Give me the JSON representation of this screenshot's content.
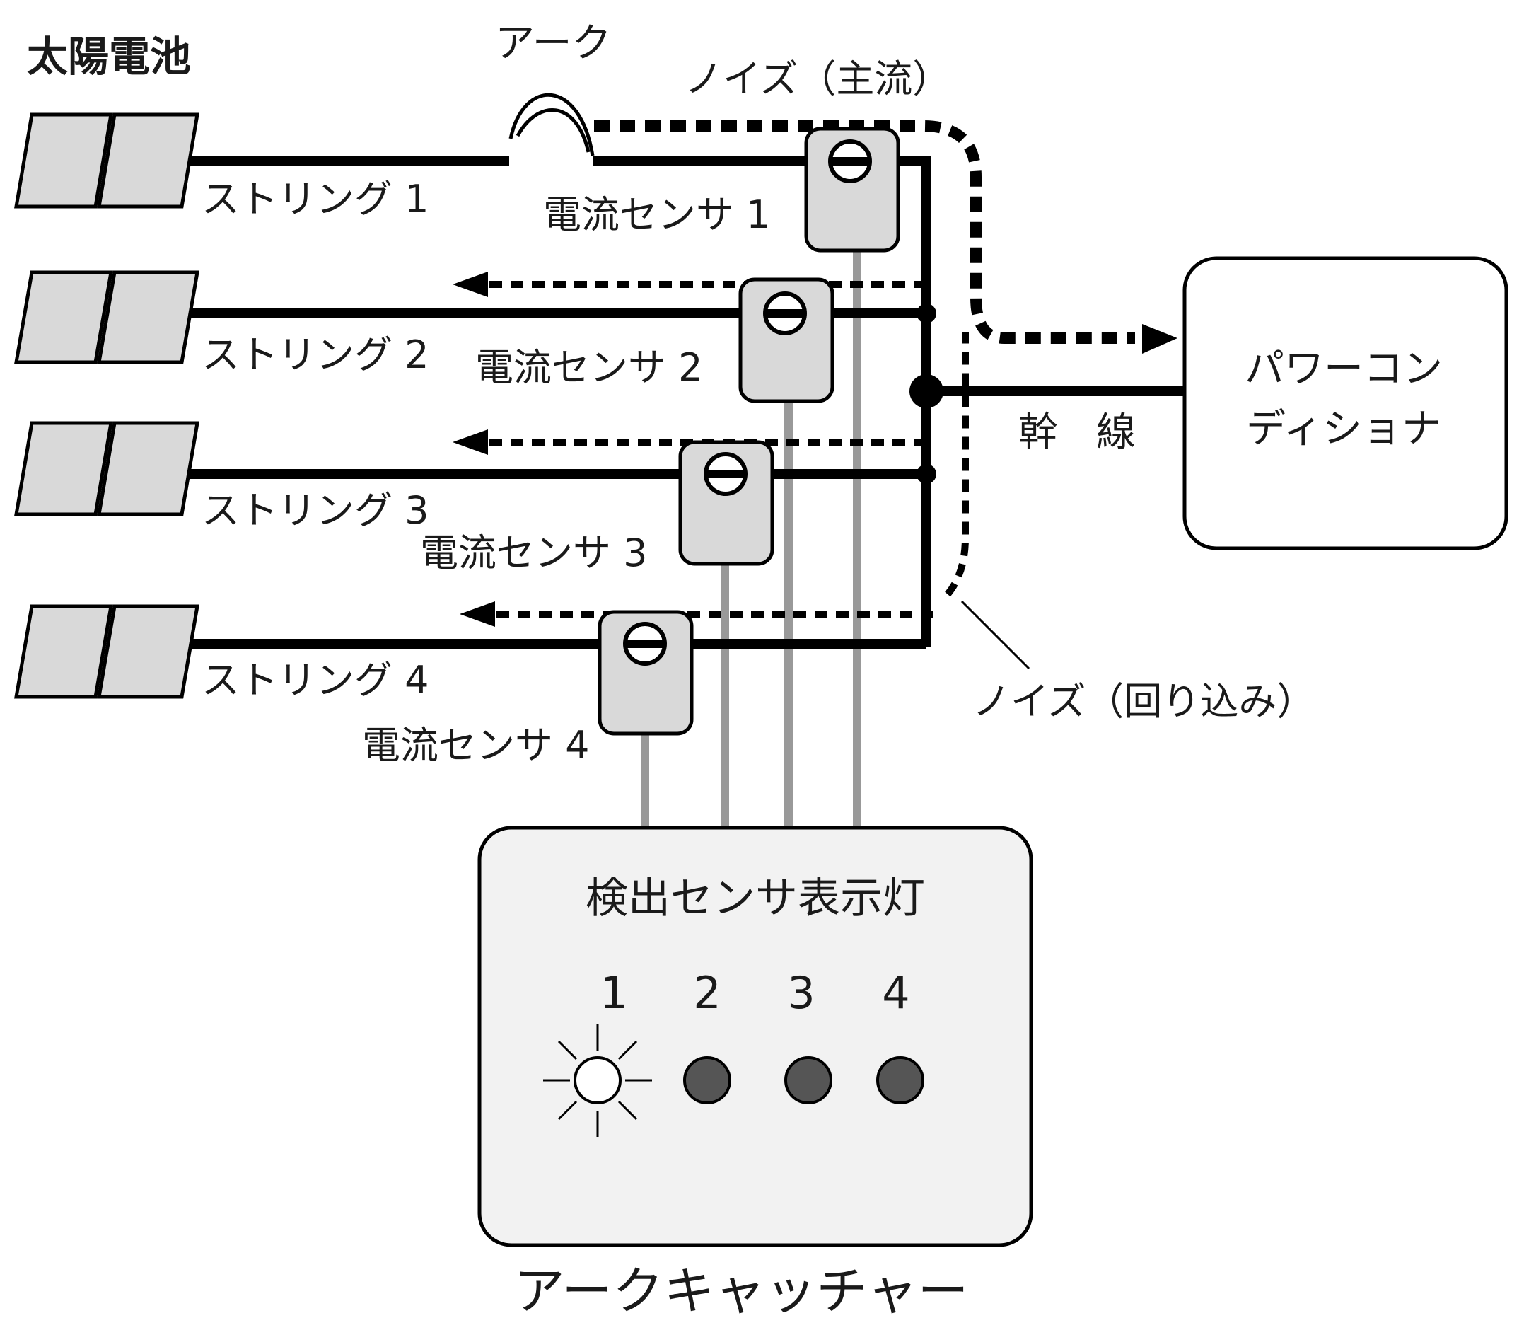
{
  "labels": {
    "solar_cell": "太陽電池",
    "arc": "アーク",
    "noise_main": "ノイズ（主流）",
    "noise_sneak": "ノイズ（回り込み）",
    "trunk_char1": "幹",
    "trunk_char2": "線",
    "arc_catcher": "アークキャッチャー",
    "indicator_title": "検出センサ表示灯"
  },
  "power_conditioner": {
    "line1": "パワーコン",
    "line2": "ディショナ"
  },
  "strings": [
    {
      "label": "ストリング 1",
      "sensor": "電流センサ 1"
    },
    {
      "label": "ストリング 2",
      "sensor": "電流センサ 2"
    },
    {
      "label": "ストリング 3",
      "sensor": "電流センサ 3"
    },
    {
      "label": "ストリング 4",
      "sensor": "電流センサ 4"
    }
  ],
  "indicators": [
    {
      "number": "1",
      "state": "lit"
    },
    {
      "number": "2",
      "state": "off"
    },
    {
      "number": "3",
      "state": "off"
    },
    {
      "number": "4",
      "state": "off"
    }
  ],
  "colors": {
    "wire": "#000000",
    "signal_wire": "#999999",
    "panel_fill": "#d9d9d9",
    "box_fill": "#f2f2f2",
    "lamp_off": "#555555",
    "lamp_lit": "#ffffff"
  }
}
